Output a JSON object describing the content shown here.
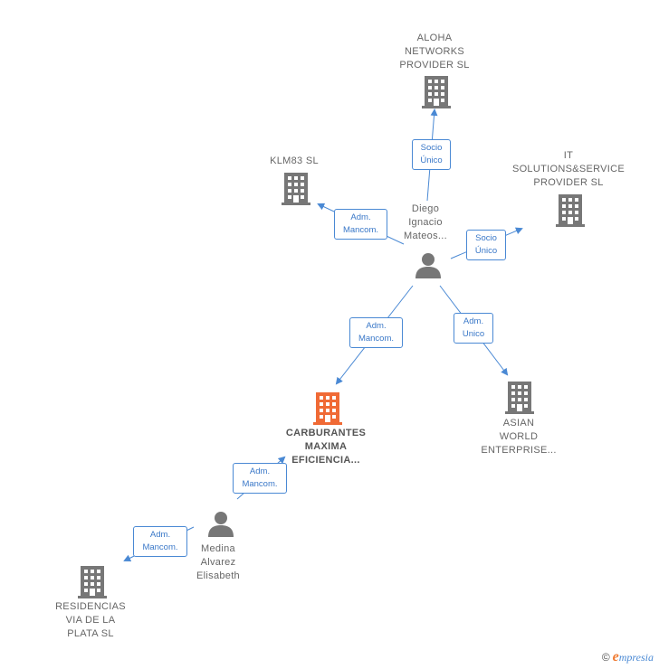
{
  "colors": {
    "building": "#777777",
    "building_main": "#f06a35",
    "person": "#777777",
    "edge": "#4a89d4"
  },
  "nodes": {
    "aloha": {
      "label": "ALOHA\nNETWORKS\nPROVIDER  SL",
      "icon": "building-icon"
    },
    "klm83": {
      "label": "KLM83  SL",
      "icon": "building-icon"
    },
    "itsol": {
      "label": "IT\nSOLUTIONS&SERVICE\nPROVIDER  SL",
      "icon": "building-icon"
    },
    "diego": {
      "label": "Diego\nIgnacio\nMateos...",
      "icon": "person-icon"
    },
    "carburantes": {
      "label": "CARBURANTES\nMAXIMA\nEFICIENCIA...",
      "icon": "building-icon"
    },
    "asian": {
      "label": "ASIAN\nWORLD\nENTERPRISE...",
      "icon": "building-icon"
    },
    "medina": {
      "label": "Medina\nAlvarez\nElisabeth",
      "icon": "person-icon"
    },
    "residencias": {
      "label": "RESIDENCIAS\nVIA DE LA\nPLATA  SL",
      "icon": "building-icon"
    }
  },
  "relations": {
    "diego_aloha": "Socio\nÚnico",
    "diego_klm83": "Adm.\nMancom.",
    "diego_itsol": "Socio\nÚnico",
    "diego_carburantes": "Adm.\nMancom.",
    "diego_asian": "Adm.\nUnico",
    "medina_carburantes": "Adm.\nMancom.",
    "medina_residencias": "Adm.\nMancom."
  },
  "footer": {
    "copyright": "©",
    "brand_initial": "e",
    "brand_rest": "mpresia"
  }
}
